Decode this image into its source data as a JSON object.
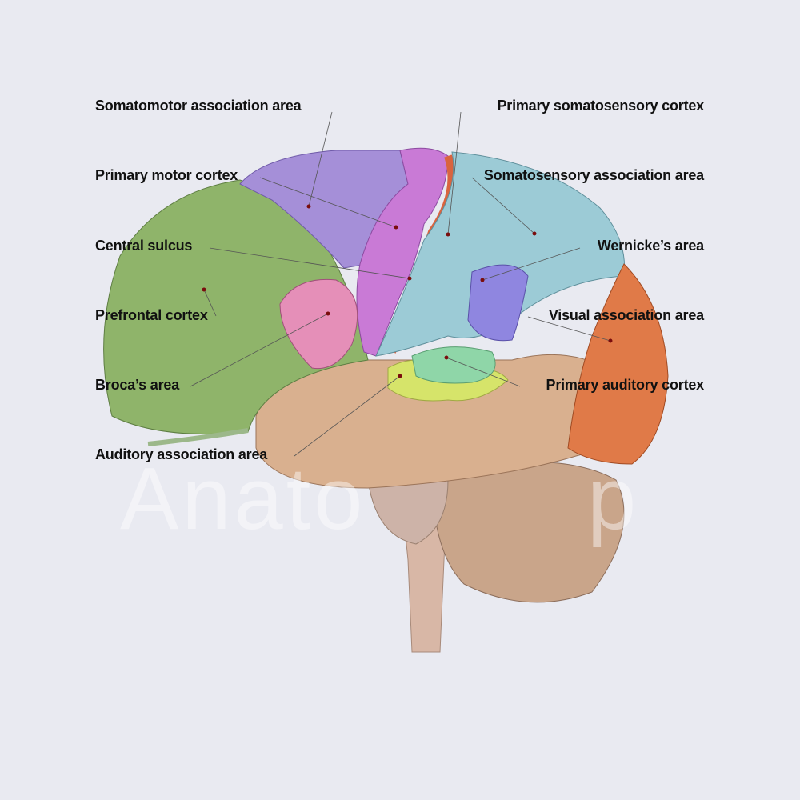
{
  "watermark": "AnatomyTOP",
  "labels": {
    "somatomotor_association_area": "Somatomotor association area",
    "primary_motor_cortex": "Primary motor cortex",
    "central_sulcus": "Central sulcus",
    "prefrontal_cortex": "Prefrontal cortex",
    "brocas_area": "Broca’s area",
    "auditory_association_area": "Auditory association area",
    "primary_somatosensory_cortex": "Primary somatosensory cortex",
    "somatosensory_association_area": "Somatosensory association area",
    "wernickes_area": "Wernicke’s area",
    "visual_association_area": "Visual association area",
    "primary_auditory_cortex": "Primary auditory cortex"
  },
  "colors": {
    "background": "#e9eaf1",
    "prefrontal": "#8fb46a",
    "somatomotor": "#a58fd8",
    "primary_motor": "#c97ad6",
    "central_sulcus": "#d9643f",
    "somatosensory": "#9ccbd6",
    "wernicke": "#8f86e0",
    "broca": "#e58fb8",
    "visual": "#e07a48",
    "primary_auditory": "#8fd6a8",
    "auditory_association": "#d6e46a",
    "temporal": "#d9b08f",
    "cerebellum": "#c9a58a",
    "marker": "#7a0d0d"
  }
}
